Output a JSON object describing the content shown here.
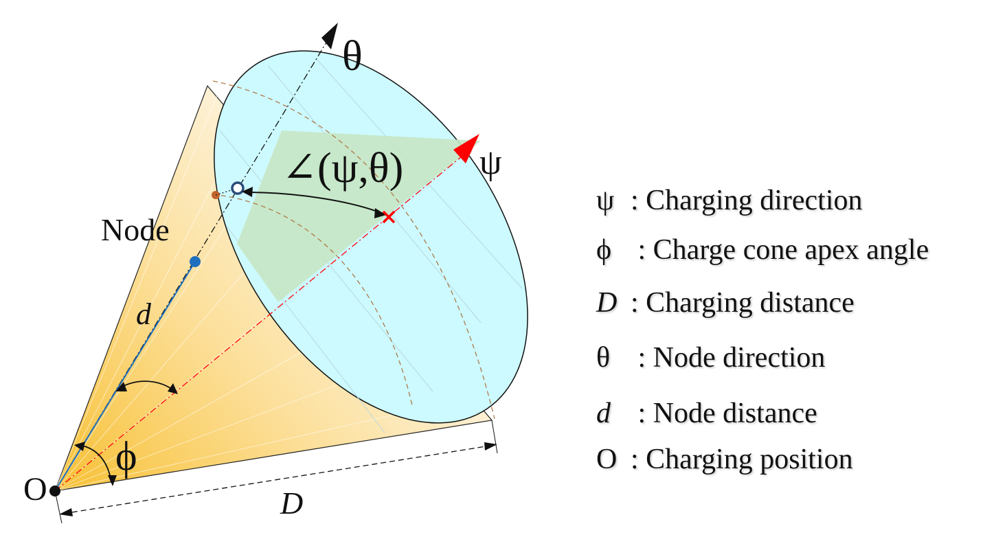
{
  "diagram": {
    "apex_label": "O",
    "node_label": "Node",
    "node_distance_label": "d",
    "apex_angle_label": "ϕ",
    "distance_label": "D",
    "node_axis_label": "θ",
    "charging_axis_label": "ψ",
    "angle_label": "∠(ψ,θ)"
  },
  "legend": [
    {
      "symbol": "ψ",
      "italic": false,
      "text": ": Charging direction"
    },
    {
      "symbol": "ϕ",
      "italic": false,
      "text": " : Charge cone apex angle"
    },
    {
      "symbol": "D",
      "italic": true,
      "text": ": Charging distance"
    },
    {
      "symbol": "θ",
      "italic": false,
      "text": " : Node direction"
    },
    {
      "symbol": "d",
      "italic": true,
      "text": " : Node distance"
    },
    {
      "symbol": "O",
      "italic": false,
      "text": ": Charging position"
    }
  ],
  "colors": {
    "cone_dark": "#f7c033",
    "cone_light": "#fdf2d8",
    "ellipse_fill": "#ccfaff",
    "sector_fill": "#c6e6c4",
    "charging_axis": "#ff0000",
    "node_axis": "#111111",
    "node_point": "#1f6fbf",
    "projection_point": "#c0622b"
  }
}
